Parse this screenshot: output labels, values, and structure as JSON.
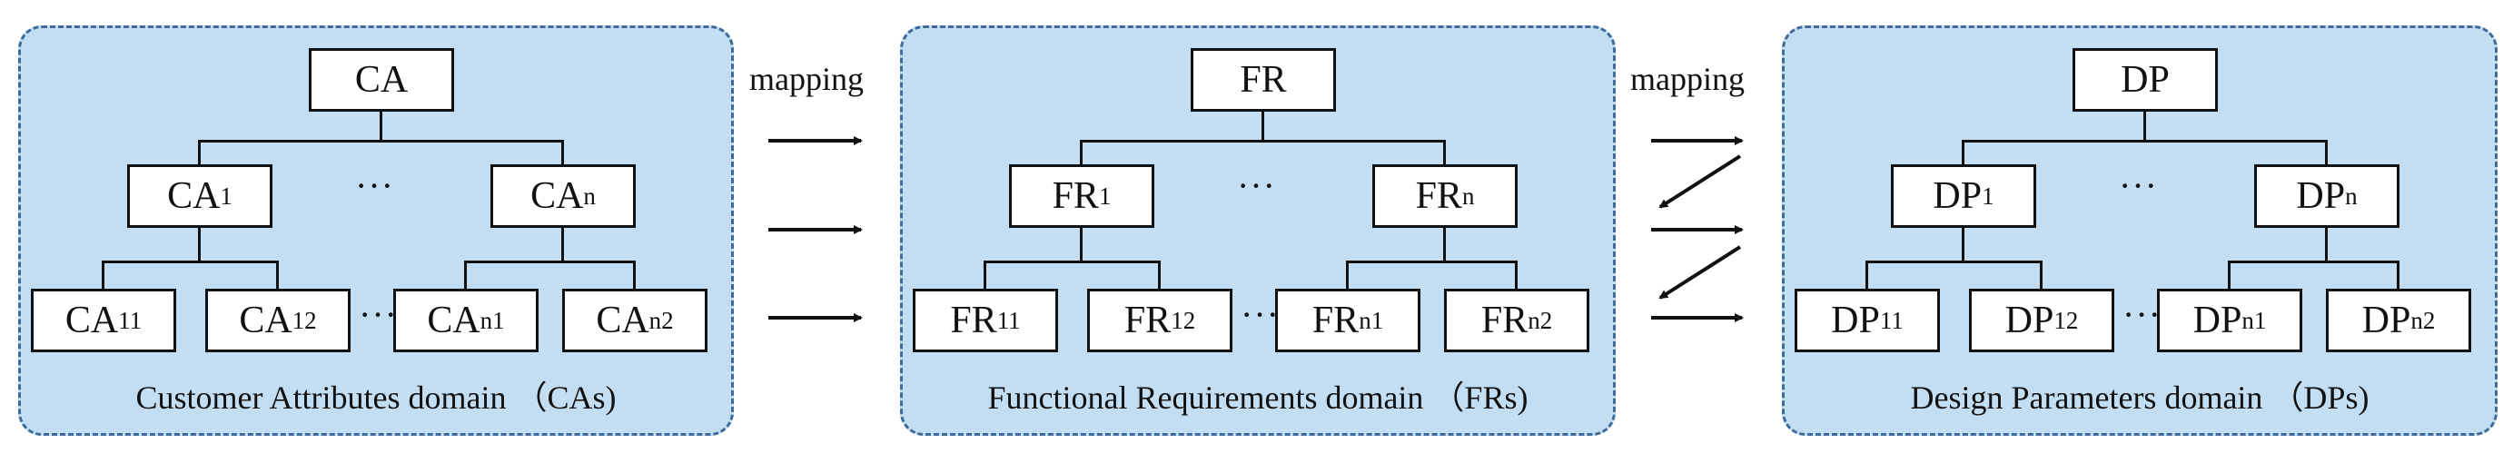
{
  "domains": [
    {
      "root": "CA",
      "mid": [
        {
          "base": "CA",
          "sub": "1"
        },
        {
          "base": "CA",
          "sub": "n"
        }
      ],
      "leaves": [
        {
          "base": "CA",
          "sub": "11"
        },
        {
          "base": "CA",
          "sub": "12"
        },
        {
          "base": "CA",
          "sub": "n1"
        },
        {
          "base": "CA",
          "sub": "n2"
        }
      ],
      "ellipsis": "···",
      "caption": "Customer Attributes domain （CAs)"
    },
    {
      "root": "FR",
      "mid": [
        {
          "base": "FR",
          "sub": "1"
        },
        {
          "base": "FR",
          "sub": "n"
        }
      ],
      "leaves": [
        {
          "base": "FR",
          "sub": "11"
        },
        {
          "base": "FR",
          "sub": "12"
        },
        {
          "base": "FR",
          "sub": "n1"
        },
        {
          "base": "FR",
          "sub": "n2"
        }
      ],
      "ellipsis": "···",
      "caption": "Functional Requirements domain （FRs)"
    },
    {
      "root": "DP",
      "mid": [
        {
          "base": "DP",
          "sub": "1"
        },
        {
          "base": "DP",
          "sub": "n"
        }
      ],
      "leaves": [
        {
          "base": "DP",
          "sub": "11"
        },
        {
          "base": "DP",
          "sub": "12"
        },
        {
          "base": "DP",
          "sub": "n1"
        },
        {
          "base": "DP",
          "sub": "n2"
        }
      ],
      "ellipsis": "···",
      "caption": "Design Parameters domain （DPs)"
    }
  ],
  "mappings": [
    {
      "label": "mapping",
      "style": "three-right-arrows"
    },
    {
      "label": "mapping",
      "style": "zigzag-arrows"
    }
  ],
  "colors": {
    "panel_fill": "#c3def3",
    "panel_border": "#3f6b9a",
    "box_border": "#111111",
    "arrow": "#111111"
  }
}
